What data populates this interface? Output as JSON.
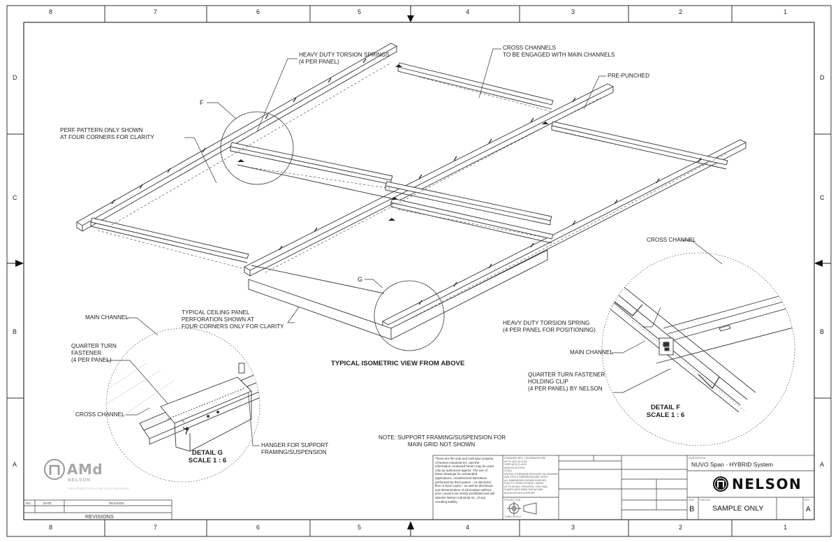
{
  "zones": {
    "columns": [
      "8",
      "7",
      "6",
      "5",
      "4",
      "3",
      "2",
      "1"
    ],
    "rows": [
      "D",
      "C",
      "B",
      "A"
    ]
  },
  "callouts": {
    "torsion_springs": [
      "HEAVY DUTY TORSION SPRINGS",
      "(4 PER PANEL)"
    ],
    "cross_channels": [
      "CROSS CHANNELS",
      "TO BE ENGAGED WITH MAIN CHANNELS"
    ],
    "pre_punched": "PRE-PUNCHED",
    "perf_pattern": [
      "PERF PATTERN ONLY SHOWN",
      "AT FOUR CORNERS FOR CLARITY"
    ],
    "circle_f": "F",
    "circle_g": "G",
    "typical_panel": [
      "TYPICAL CEILING PANEL",
      "PERFORATION SHOWN AT",
      "FOUR CORNERS ONLY FOR CLARITY"
    ],
    "main_channel_left": "MAIN CHANNEL",
    "quarter_turn_left": [
      "QUARTER TURN",
      "FASTENER",
      "(4 PER PANEL)"
    ],
    "cross_channel_left": "CROSS CHANNEL",
    "hanger": [
      "HANGER FOR SUPPORT",
      "FRAMING/SUSPENSION"
    ],
    "iso_view_title": "TYPICAL ISOMETRIC VIEW FROM ABOVE",
    "cross_channel_right": "CROSS CHANNEL",
    "torsion_spring_right": [
      "HEAVY DUTY TORSION SPRING",
      "(4 PER PANEL FOR POSITIONING)"
    ],
    "main_channel_right": "MAIN CHANNEL",
    "quarter_turn_right": [
      "QUARTER TURN FASTENER",
      "HOLDING CLIP",
      "(4 PER PANEL) BY NELSON"
    ],
    "detail_f": [
      "DETAIL F",
      "SCALE 1 : 6"
    ],
    "detail_g": [
      "DETAIL G",
      "SCALE 1 : 6"
    ],
    "note": [
      "NOTE: SUPPORT FRAMING/SUSPENSION FOR",
      "MAIN GRID NOT SHOWN"
    ]
  },
  "logo": {
    "brand": "AMd",
    "sub": "NELSON",
    "division": "ARCHITECTURAL METALS DIVISION"
  },
  "revisions": {
    "col_no": "NO.",
    "col_date": "DATE",
    "col_revision": "REVISION",
    "title": "REVISIONS"
  },
  "title_block": {
    "disclaimer": [
      "These are the sole and exclusive property",
      "of Nelson Industrial Inc. and the",
      "information contained herein may be used",
      "only by authorized agents. The use of",
      "these drawings for unintended",
      "applications, unauthorized alterations",
      "performed by third parties - on electronic",
      "files or hard copies - as well as disclosure",
      "and dissemination of information without",
      "prior consent are strictly prohibited and will",
      "absolve Nelson Industrial Inc. of any",
      "resulting liability."
    ],
    "tolerance_text": [
      "STANDARD MFG. TOLERANCES ARE",
      "UP TO 48\"(1.2) ±1/16",
      "OVER 48\"(1.2) ±1/32",
      "ANGLES ±0.5 DEG",
      "±0.5(1)",
      "UNLESS OTHERWISE SPECIFIED ON DRAWING",
      "AND STRICT DIMENSIONS ARE GIVEN",
      "ALL DIMENSIONS SHOWN IN INCHES",
      "EXACTLY FROM OUTSIDE / INSIDE",
      "UP TO 90 DEG. SPECIFIED. FOR FINAL",
      "SHAPES WITH BEND RADIUS AND",
      "BLANK DETAILS SUPPLIED"
    ],
    "projection_label": "PROJECTION",
    "third_angle": "THIRD ANGLE",
    "description_label": "DESCRIPTION",
    "description": "NUVO Span - HYBRID System",
    "nelson": "NELSON",
    "size_label": "SIZE",
    "size": "B",
    "drawing_label": "DWG NO.",
    "drawing": "SAMPLE ONLY",
    "rev_label": "REV",
    "rev": "A"
  }
}
